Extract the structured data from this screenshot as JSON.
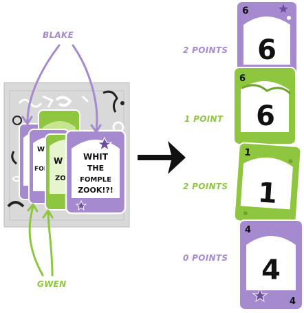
{
  "players": {
    "top_name": "BLAKE",
    "bottom_name": "GWEN"
  },
  "played_card": {
    "lines": [
      "WHIT",
      "THE",
      "FOMPLE",
      "ZOOK!?!"
    ]
  },
  "score_cards": [
    {
      "rank": "6",
      "color": "purple",
      "points_label": "2 POINTS"
    },
    {
      "rank": "6",
      "color": "green",
      "points_label": "1 POINT"
    },
    {
      "rank": "1",
      "color": "green",
      "points_label": "2 POINTS"
    },
    {
      "rank": "4",
      "color": "purple",
      "points_label": "0 POINTS"
    }
  ],
  "colors": {
    "purple": "#a58ad0",
    "purple_dark": "#8b6fbf",
    "green": "#8fc63f",
    "green_dark": "#6da52a",
    "arrow": "#111111"
  }
}
